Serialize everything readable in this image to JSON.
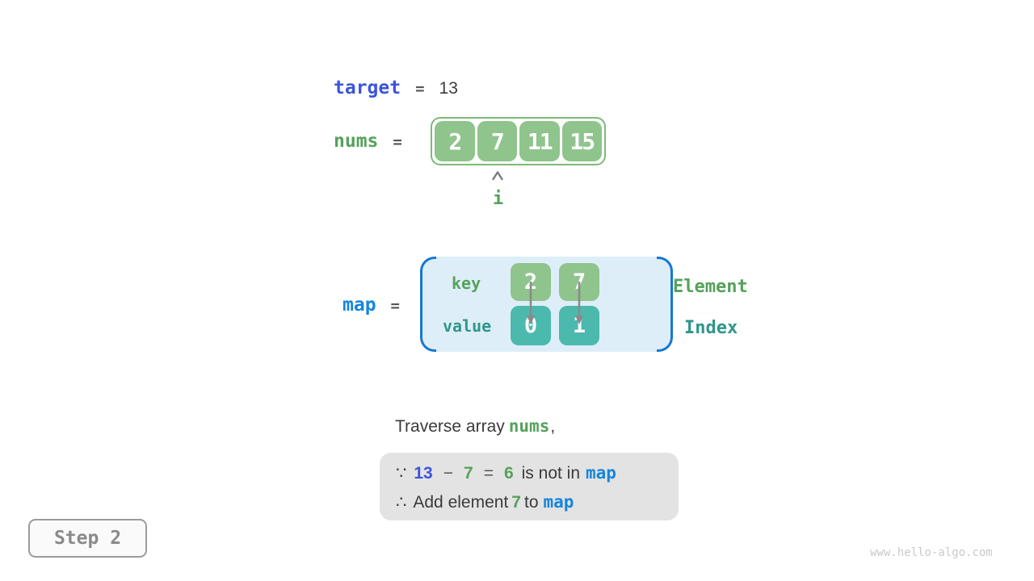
{
  "colors": {
    "royal-blue": "#3b55dd",
    "azure-blue": "#1685dc",
    "green-text": "#55a25a",
    "teal-text": "#2f968b",
    "green-box": "#8fc48d",
    "green-border": "#7cba77",
    "teal-box": "#4cb9ae",
    "map-bg": "#ddeef9",
    "bracket-blue": "#1777d3",
    "dark-text": "#3b3b3b",
    "operator-gray": "#565656",
    "arrow-gray": "#8a8a8a",
    "note-bg": "#e3e3e3",
    "step-gray": "#8a8a8a",
    "step-border": "#9b9b9b",
    "watermark-gray": "#c9c9c9"
  },
  "target_row": {
    "name": "target",
    "equals": "=",
    "value": "13"
  },
  "nums_row": {
    "name": "nums",
    "equals": "=",
    "values": [
      "2",
      "7",
      "11",
      "15"
    ],
    "pointer_label": "i"
  },
  "map_row": {
    "name": "map",
    "equals": "=",
    "key_label": "key",
    "value_label": "value",
    "keys": [
      "2",
      "7"
    ],
    "values": [
      "0",
      "1"
    ],
    "element_label": "Element",
    "index_label": "Index"
  },
  "sentence": {
    "prefix": "Traverse array",
    "code": "nums",
    "suffix": ","
  },
  "note_box": {
    "line1": {
      "because": "∵",
      "minuend": "13",
      "minus": "−",
      "subtrahend": "7",
      "equals": "=",
      "difference": "6",
      "text": "is not in",
      "code": "map"
    },
    "line2": {
      "therefore": "∴",
      "prefix": "Add element",
      "number": "7",
      "infix": "to",
      "code": "map"
    }
  },
  "step_badge": {
    "label": "Step 2"
  },
  "watermark": "www.hello-algo.com"
}
